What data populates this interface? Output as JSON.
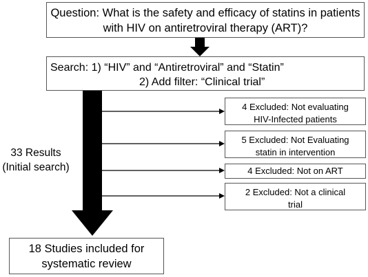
{
  "question": {
    "line1": "Question: What is the safety and efficacy of statins in patients",
    "line2": "with HIV on antiretroviral therapy (ART)?"
  },
  "search": {
    "line1": "Search: 1) “HIV” and “Antiretroviral” and “Statin”",
    "line2": "2) Add filter: “Clinical trial”"
  },
  "exclusions": [
    {
      "line1": "4 Excluded: Not evaluating",
      "line2": "HIV-Infected patients"
    },
    {
      "line1": "5 Excluded: Not Evaluating",
      "line2": "statin in intervention"
    },
    {
      "line1": "4 Excluded: Not on ART",
      "line2": ""
    },
    {
      "line1": "2 Excluded: Not a clinical",
      "line2": "trial"
    }
  ],
  "results": {
    "line1": "33 Results",
    "line2": "(Initial search)"
  },
  "final": {
    "line1": "18 Studies included for",
    "line2": "systematic review"
  },
  "colors": {
    "arrow": "#000000",
    "box_border": "#555555"
  }
}
